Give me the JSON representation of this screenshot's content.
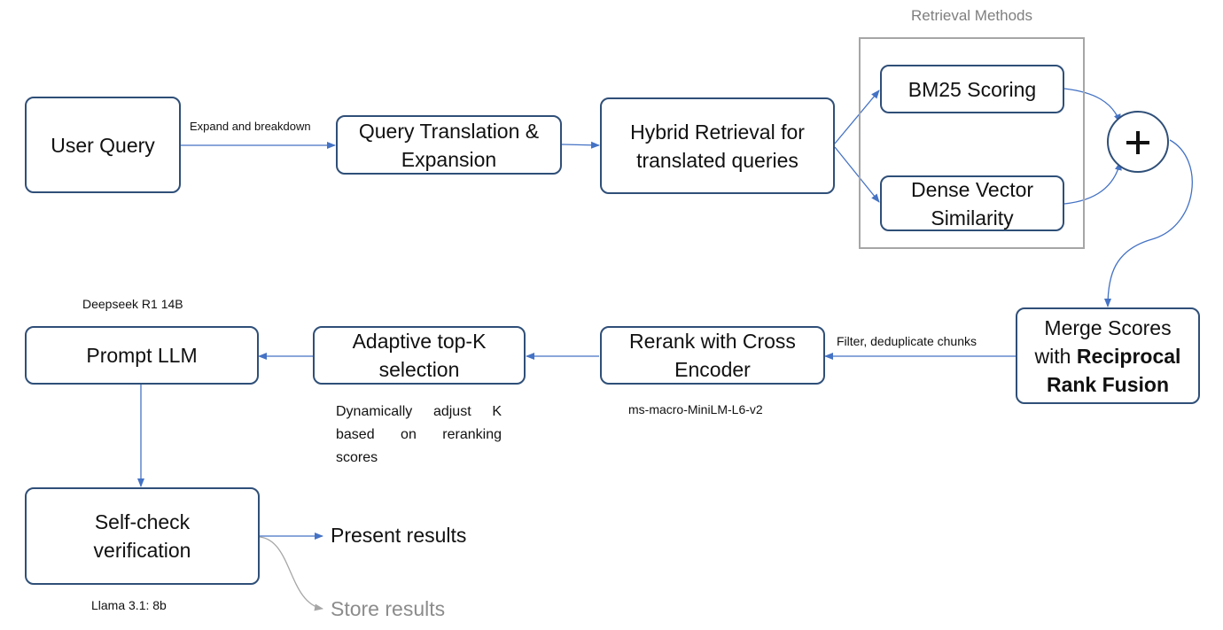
{
  "nodes": {
    "user_query": "User Query",
    "query_translation": [
      "Query Translation &",
      "Expansion"
    ],
    "hybrid_retrieval": [
      "Hybrid Retrieval for",
      "translated queries"
    ],
    "bm25": "BM25 Scoring",
    "dense_vector": [
      "Dense Vector",
      "Similarity"
    ],
    "merge_scores": {
      "line1": "Merge Scores",
      "line2_prefix": "with ",
      "line2_bold": "Reciprocal",
      "line3_bold": "Rank Fusion"
    },
    "rerank": [
      "Rerank with Cross",
      "Encoder"
    ],
    "adaptive_topk": [
      "Adaptive top-K",
      "selection"
    ],
    "prompt_llm": "Prompt LLM",
    "self_check": [
      "Self-check",
      "verification"
    ],
    "present_results": "Present results",
    "store_results": "Store results"
  },
  "group": {
    "title": "Retrieval Methods"
  },
  "edge_labels": {
    "expand_breakdown": "Expand and breakdown",
    "filter_dedup": "Filter, deduplicate chunks"
  },
  "annotations": {
    "deepseek": "Deepseek R1 14B",
    "dynamic_k": "Dynamically adjust K based on reranking scores",
    "minilm": "ms-macro-MiniLM-L6-v2",
    "llama": "Llama 3.1: 8b"
  },
  "icons": {
    "combine": "plus-icon"
  },
  "colors": {
    "node_border": "#2f4f78",
    "edge": "#4472c4",
    "group_border": "#a6a6a6",
    "muted_text": "#7f7f7f"
  }
}
